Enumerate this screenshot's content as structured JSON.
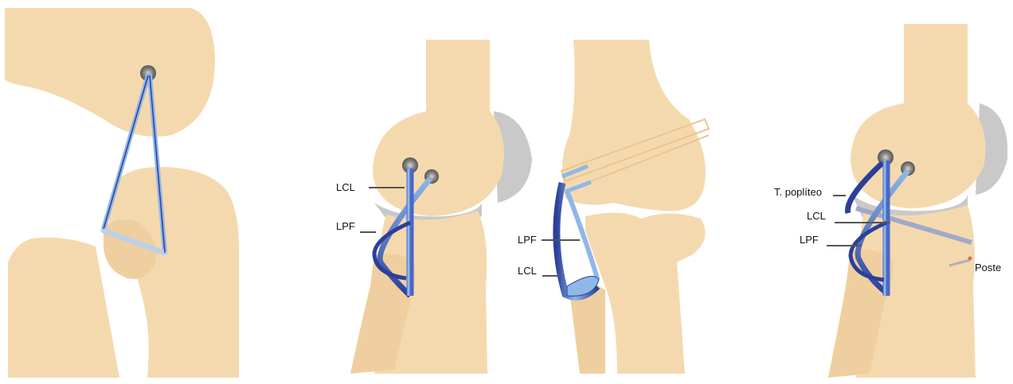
{
  "figure": {
    "panel_1": {
      "labels": []
    },
    "panel_2": {
      "lcl_label": "LCL",
      "lpf_label": "LPF"
    },
    "panel_3": {
      "lpf_label": "LPF",
      "lcl_label": "LCL"
    },
    "panel_4": {
      "popliteus_label": "T. poplíteo",
      "lcl_label": "LCL",
      "lpf_label": "LPF",
      "post_label": "Poste"
    }
  },
  "colors": {
    "bone": "#F5D9AE",
    "bone_shadow": "#E9C795",
    "meniscus": "#C9C9C9",
    "graft_light": "#8FB7E8",
    "graft_dark": "#2B3F9A",
    "screw": "#8A8A8A",
    "tunnel": "#E8C68E",
    "leader_line": "#555555"
  }
}
